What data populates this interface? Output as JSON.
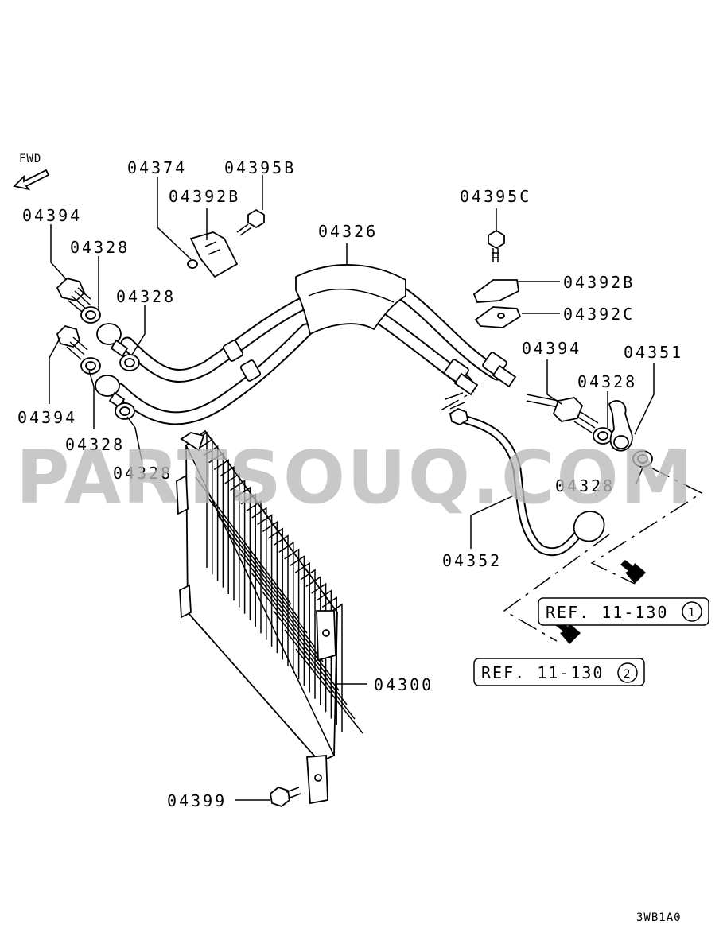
{
  "diagram": {
    "fwd_label": "FWD",
    "drawing_code": "3WB1A0",
    "watermark": "PARTSOUQ.COM",
    "parts": {
      "p04374": "04374",
      "p04395B": "04395B",
      "p04392B_left": "04392B",
      "p04394_top": "04394",
      "p04328_a": "04328",
      "p04328_b": "04328",
      "p04394_bottom": "04394",
      "p04328_c": "04328",
      "p04328_d": "04328",
      "p04326": "04326",
      "p04395C": "04395C",
      "p04392B_right": "04392B",
      "p04392C": "04392C",
      "p04394_right": "04394",
      "p04351": "04351",
      "p04328_e": "04328",
      "p04328_f": "04328",
      "p04352": "04352",
      "p04300": "04300",
      "p04399": "04399"
    },
    "references": {
      "ref1_text": "REF. 11-130",
      "ref1_num": "1",
      "ref2_text": "REF. 11-130",
      "ref2_num": "2"
    }
  }
}
